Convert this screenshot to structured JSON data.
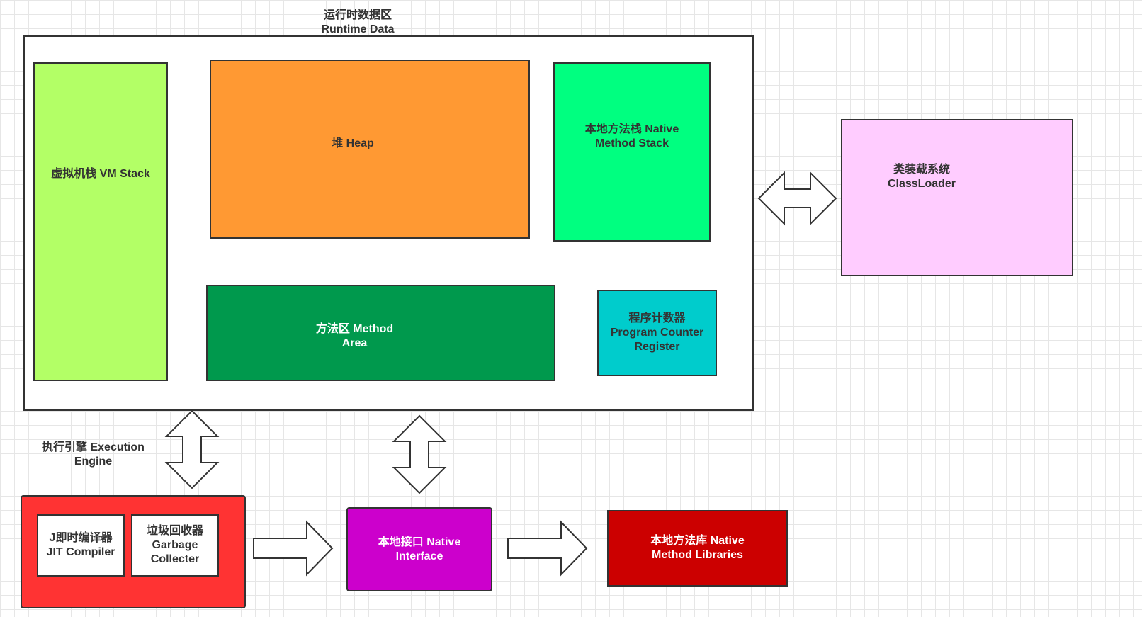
{
  "runtime_area": {
    "title": "运行时数据区\nRuntime Data\nArea"
  },
  "vm_stack": {
    "label": "虚拟机栈 VM Stack",
    "color": "#b3ff66"
  },
  "heap": {
    "label": "堆 Heap",
    "color": "#ff9933"
  },
  "native_method_stack": {
    "label": "本地方法栈 Native\nMethod Stack",
    "color": "#00ff80"
  },
  "method_area": {
    "label": "方法区 Method\nArea",
    "color": "#00994d"
  },
  "program_counter": {
    "label": "程序计数器\nProgram Counter\nRegister",
    "color": "#00cccc"
  },
  "class_loader": {
    "label": "类装载系统\nClassLoader",
    "color": "#ffccff"
  },
  "execution_engine": {
    "label": "执行引擎 Execution\nEngine",
    "color": "#ff3333",
    "jit": "J即时编译器\nJIT Compiler",
    "gc": "垃圾回收器\nGarbage\nCollecter"
  },
  "native_interface": {
    "label": "本地接口 Native\nInterface",
    "color": "#cc00cc"
  },
  "native_libraries": {
    "label": "本地方法库 Native\nMethod Libraries",
    "color": "#cc0000"
  }
}
